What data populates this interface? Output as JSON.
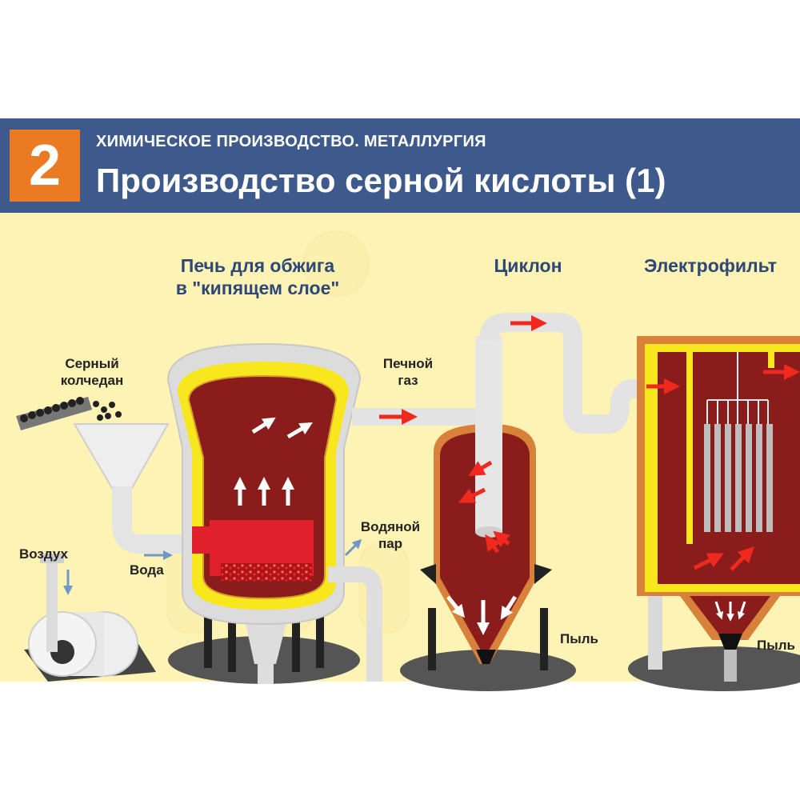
{
  "header": {
    "number": "2",
    "subtitle": "ХИМИЧЕСКОЕ ПРОИЗВОДСТВО. МЕТАЛЛУРГИЯ",
    "title": "Производство серной кислоты (1)"
  },
  "labels": {
    "furnace": "Печь для обжига",
    "furnace_line2": "в \"кипящем слое\"",
    "cyclone": "Циклон",
    "electrofilter": "Электрофильт",
    "pyrite": "Серный",
    "pyrite_line2": "колчедан",
    "furnace_gas": "Печной",
    "furnace_gas_line2": "газ",
    "air": "Воздух",
    "water": "Вода",
    "steam": "Водяной",
    "steam_line2": "пар",
    "dust_cyclone": "Пыль",
    "dust_filter": "Пыль"
  },
  "colors": {
    "header_bg": "#3e5a8c",
    "number_box": "#ea7b22",
    "background": "#fdf3b4",
    "vessel_red": "#8b1c1c",
    "insulation_yellow": "#f8e71c",
    "flow_arrow": "#f0291e",
    "pipe_gray": "#e3e3e3",
    "label_blue": "#2d4776"
  }
}
